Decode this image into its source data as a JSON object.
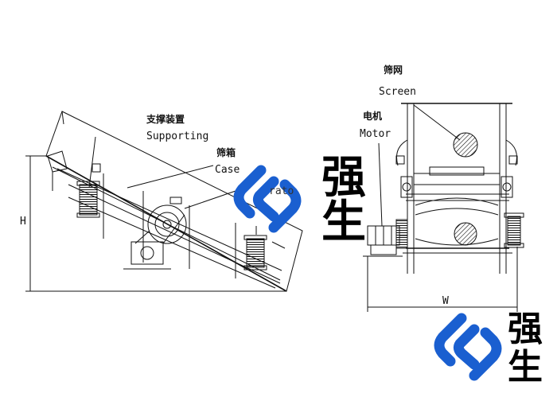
{
  "side_view": {
    "label_supporting_cn": "支撑装置",
    "label_supporting_en": "Supporting",
    "label_case_cn": "筛箱",
    "label_case_en": "Case",
    "label_vibrator_partial": "rato",
    "dim_height": "H"
  },
  "front_view": {
    "label_screen_cn": "筛网",
    "label_screen_en": "Screen",
    "label_motor_cn": "电机",
    "label_motor_en": "Motor",
    "dim_width": "W"
  },
  "watermark": {
    "line1": "强",
    "line2": "生",
    "brand_color": "#1a5fd0"
  },
  "corner_logo": {
    "line1": "强",
    "line2": "生",
    "brand_color": "#1a5fd0"
  }
}
